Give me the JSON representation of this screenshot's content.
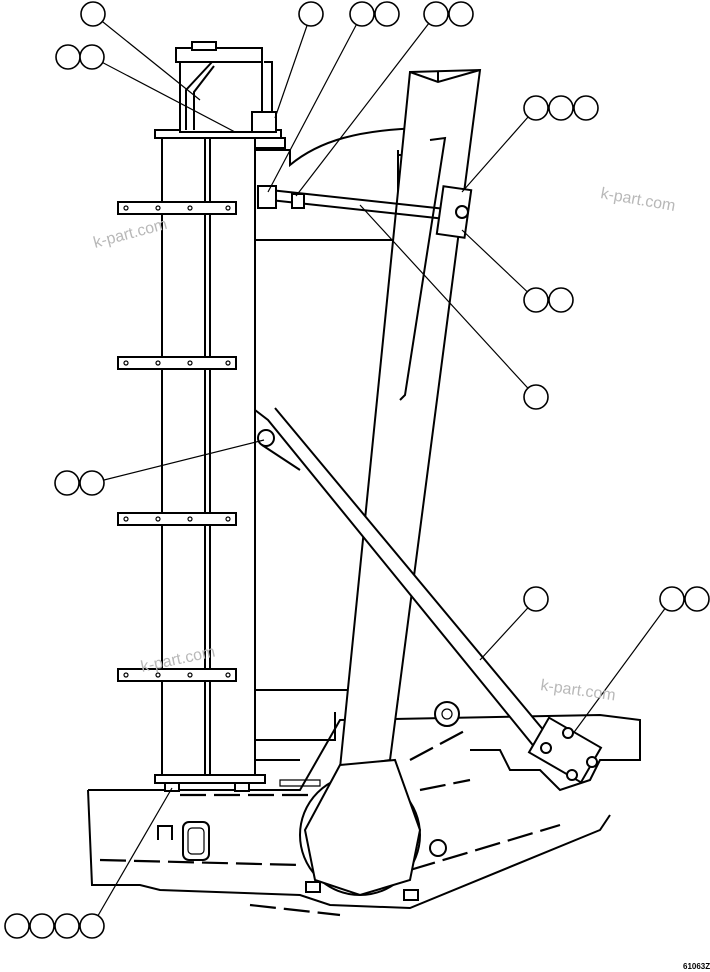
{
  "watermarks": [
    "k-part.com",
    "k-part.com",
    "k-part.com",
    "k-part.com"
  ],
  "drawing_code": "61063Z",
  "colors": {
    "line": "#000000",
    "watermark": "#b8b8b8",
    "background": "#ffffff"
  }
}
